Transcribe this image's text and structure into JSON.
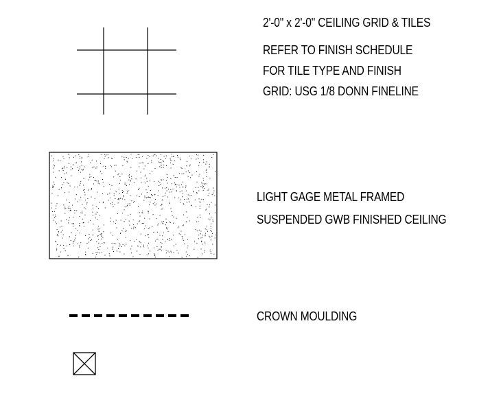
{
  "legend": {
    "grid_tiles": {
      "line1": "2'-0\" x 2'-0\" CEILING GRID & TILES",
      "line2": "REFER TO FINISH SCHEDULE",
      "line3": "FOR TILE TYPE AND FINISH",
      "line4": "GRID: USG 1/8 DONN FINELINE",
      "symbol_icon": "ceiling-grid-cross-lines"
    },
    "gwb_ceiling": {
      "line1": "LIGHT GAGE METAL FRAMED",
      "line2": "SUSPENDED GWB FINISHED CEILING",
      "symbol_icon": "stipple-hatch-rectangle"
    },
    "crown_moulding": {
      "line1": "CROWN MOULDING",
      "symbol_icon": "dashed-line"
    },
    "fixture": {
      "symbol_icon": "boxed-x-symbol"
    }
  },
  "colors": {
    "ink": "#000000",
    "background": "#ffffff"
  }
}
